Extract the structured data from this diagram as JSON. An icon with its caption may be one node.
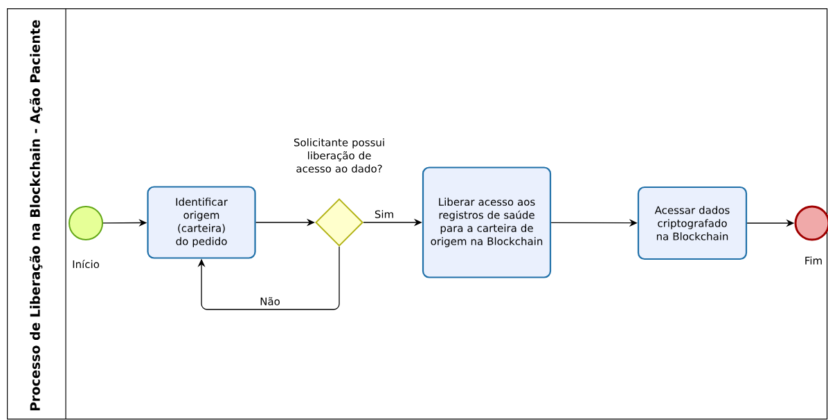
{
  "diagram": {
    "nodes": [
      {
        "text": [
          "Processo de Liberação na Blockchain - Ação Paciente"
        ]
      },
      {
        "text": [],
        "shape": "circle",
        "beside": [
          "Início"
        ],
        "in": 0
      },
      {
        "text": [
          "Identificar origem (carteira) do pedido"
        ],
        "in": 0
      },
      {
        "text": [
          "Solicitante possui liberação de acesso ao dado?"
        ],
        "in": 0
      },
      {
        "text": [
          "Liberar acesso aos registros de saúde para a carteira de origem na Blockchain"
        ],
        "in": 0
      },
      {
        "text": [
          "Acessar dados criptografado na Blockchain"
        ],
        "in": 0
      },
      {
        "text": [],
        "shape": "circle",
        "beside": [
          "Fim"
        ],
        "in": 0
      }
    ],
    "edges": [
      {
        "from": 1,
        "to": 2,
        "arrow": "to"
      },
      {
        "from": 2,
        "to": 3,
        "arrow": "to"
      },
      {
        "from": 3,
        "to": 4,
        "arrow": "to",
        "label": "Sim"
      },
      {
        "from": 3,
        "to": 2,
        "arrow": "to",
        "label": "Não"
      },
      {
        "from": 4,
        "to": 5,
        "arrow": "to"
      },
      {
        "from": 5,
        "to": 6,
        "arrow": "to"
      }
    ]
  }
}
